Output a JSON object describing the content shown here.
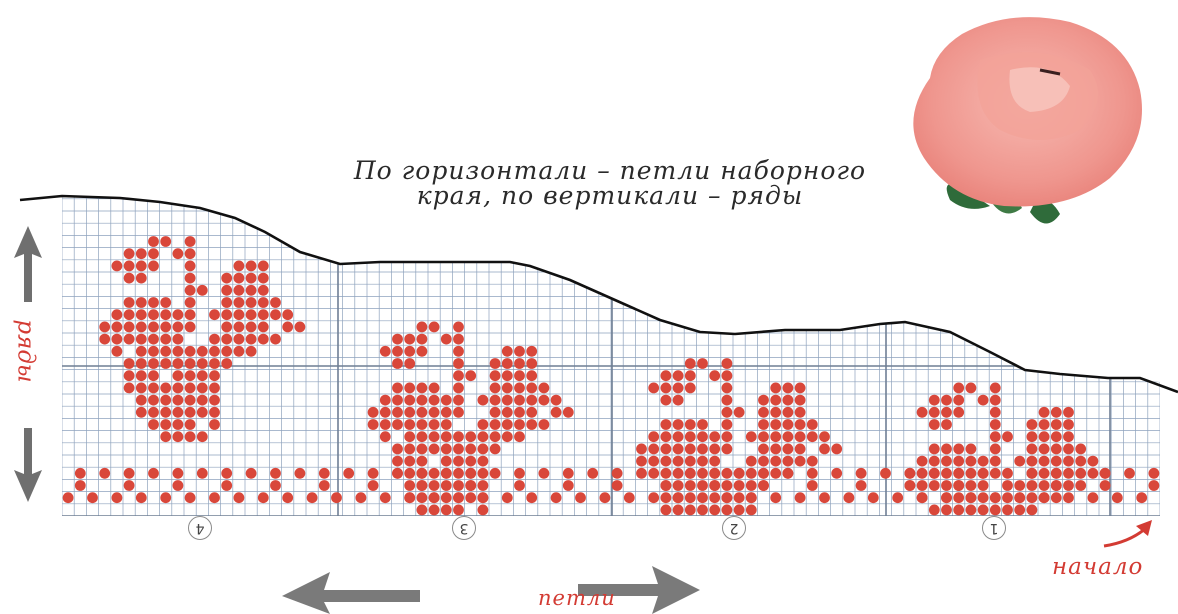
{
  "caption": {
    "line1": "По горизонтали – петли наборного",
    "line2": "края, по вертикали – ряды"
  },
  "labels": {
    "rows": "ряды",
    "stitches": "петли",
    "start": "начало"
  },
  "panel_numbers": [
    "4",
    "3",
    "2",
    "1"
  ],
  "colors": {
    "stitch": "#d9473a",
    "grid": "#8ea2bd",
    "major_grid": "#6f7f94",
    "outline": "#111111",
    "label_accent": "#d33b33",
    "arrow": "#7a7a7a",
    "rose": "#f4a7a0",
    "leaf": "#2f6b3a"
  },
  "icons": [
    "arrow-up-icon",
    "arrow-down-icon",
    "arrow-left-icon",
    "arrow-right-icon",
    "curved-arrow-icon",
    "rose-icon"
  ]
}
